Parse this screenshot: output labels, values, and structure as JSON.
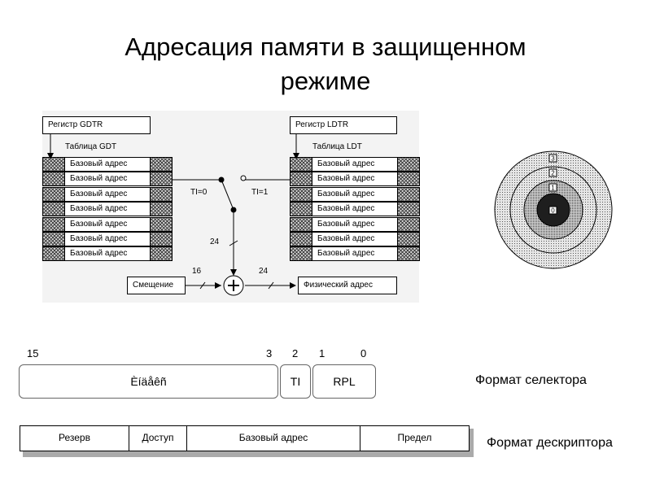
{
  "title_line1": "Адресация памяти в защищенном",
  "title_line2": "режиме",
  "gdt": {
    "register": "Регистр GDTR",
    "table_label": "Таблица GDT",
    "rows": [
      "Базовый адрес",
      "Базовый адрес",
      "Базовый адрес",
      "Базовый адрес",
      "Базовый адрес",
      "Базовый адрес",
      "Базовый адрес"
    ]
  },
  "ldt": {
    "register": "Регистр LDTR",
    "table_label": "Таблица LDT",
    "rows": [
      "Базовый адрес",
      "Базовый адрес",
      "Базовый адрес",
      "Базовый адрес",
      "Базовый адрес",
      "Базовый адрес",
      "Базовый адрес"
    ]
  },
  "switch": {
    "ti0": "TI=0",
    "ti1": "TI=1"
  },
  "bus": {
    "w24_top": "24",
    "w16": "16",
    "w24_right": "24"
  },
  "offset_box": "Смещение",
  "physical_box": "Физический адрес",
  "rings": [
    "3",
    "2",
    "1",
    "0"
  ],
  "selector": {
    "bits": [
      "15",
      "3",
      "2",
      "1",
      "0"
    ],
    "index_label": "Èíäåêñ",
    "ti_label": "TI",
    "rpl_label": "RPL",
    "caption": "Формат селектора"
  },
  "descriptor": {
    "fields": [
      "Резерв",
      "Доступ",
      "Базовый адрес",
      "Предел"
    ],
    "caption": "Формат дескриптора"
  },
  "colors": {
    "hatch": "#444444",
    "panel": "#f3f3f3",
    "ring_fill": "#cfcfcf",
    "core": "#222222"
  }
}
